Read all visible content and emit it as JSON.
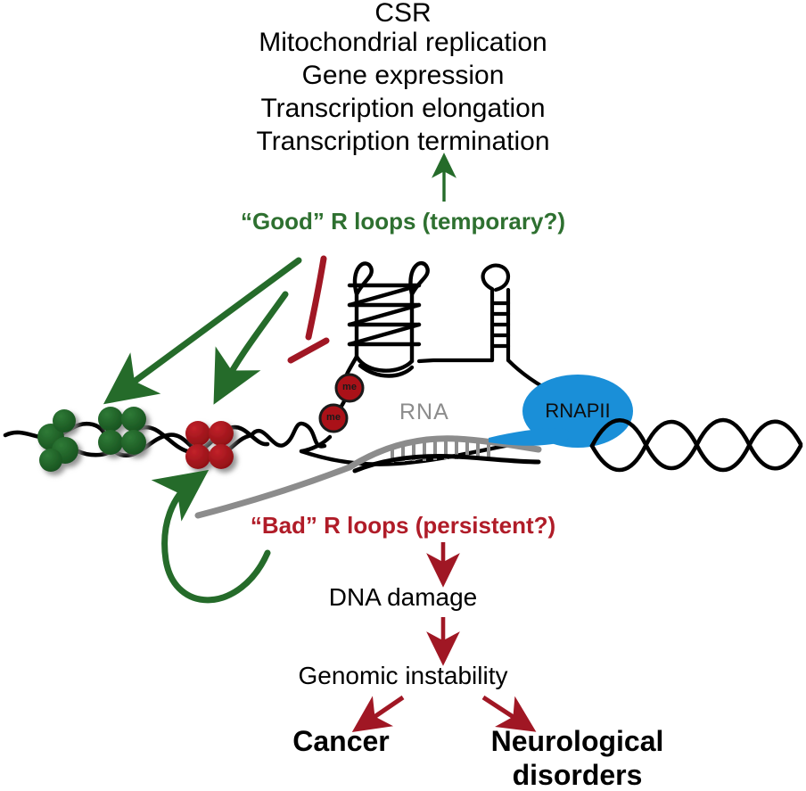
{
  "figure": {
    "title": "R-loop consequences diagram",
    "background": "#ffffff"
  },
  "colors": {
    "good_green": "#2e7030",
    "arrow_green": "#256b2a",
    "bad_red": "#b01c28",
    "arrow_red": "#a01724",
    "rnapii_blue": "#1a8fd8",
    "rna_gray": "#8c8c8c",
    "dna_black": "#000000",
    "nucleosome_green": "#1e5c28",
    "nucleosome_red": "#aa1118",
    "shadow_gray": "#9a9a9a"
  },
  "outcomes": {
    "lines": [
      "CSR",
      "Mitochondrial replication",
      "Gene expression",
      "Transcription elongation",
      "Transcription termination"
    ]
  },
  "good_pathway": {
    "label": "“Good” R loops (temporary?)"
  },
  "bad_pathway": {
    "label": "“Bad” R loops (persistent?)",
    "step1": "DNA damage",
    "step2": "Genomic instability",
    "disease_left": "Cancer",
    "disease_right_line1": "Neurological",
    "disease_right_line2": "disorders"
  },
  "diagram_labels": {
    "rna": "RNA",
    "polymerase": "RNAPII",
    "methyl_mark_1": "me",
    "methyl_mark_2": "me"
  },
  "chromatin": {
    "nucleosomes": [
      {
        "id": "active-1",
        "state": "green",
        "beads": 4
      },
      {
        "id": "active-2",
        "state": "green",
        "beads": 4
      },
      {
        "id": "repressed-1",
        "state": "red",
        "beads": 4
      }
    ]
  },
  "arrows": {
    "good_up": "good-loops-to-outcomes",
    "good_to_nucleosome_a": "good-loops-to-active-chromatin-1",
    "good_to_nucleosome_b": "good-loops-to-active-chromatin-2",
    "inhibit_red": "good-loops-inhibits-methylation",
    "bad_feedback": "bad-loops-to-repressed-chromatin",
    "bad_to_damage": "bad-loops-to-dna-damage",
    "damage_to_instability": "dna-damage-to-genomic-instability",
    "instability_to_cancer": "genomic-instability-to-cancer",
    "instability_to_neuro": "genomic-instability-to-neurological-disorders"
  }
}
